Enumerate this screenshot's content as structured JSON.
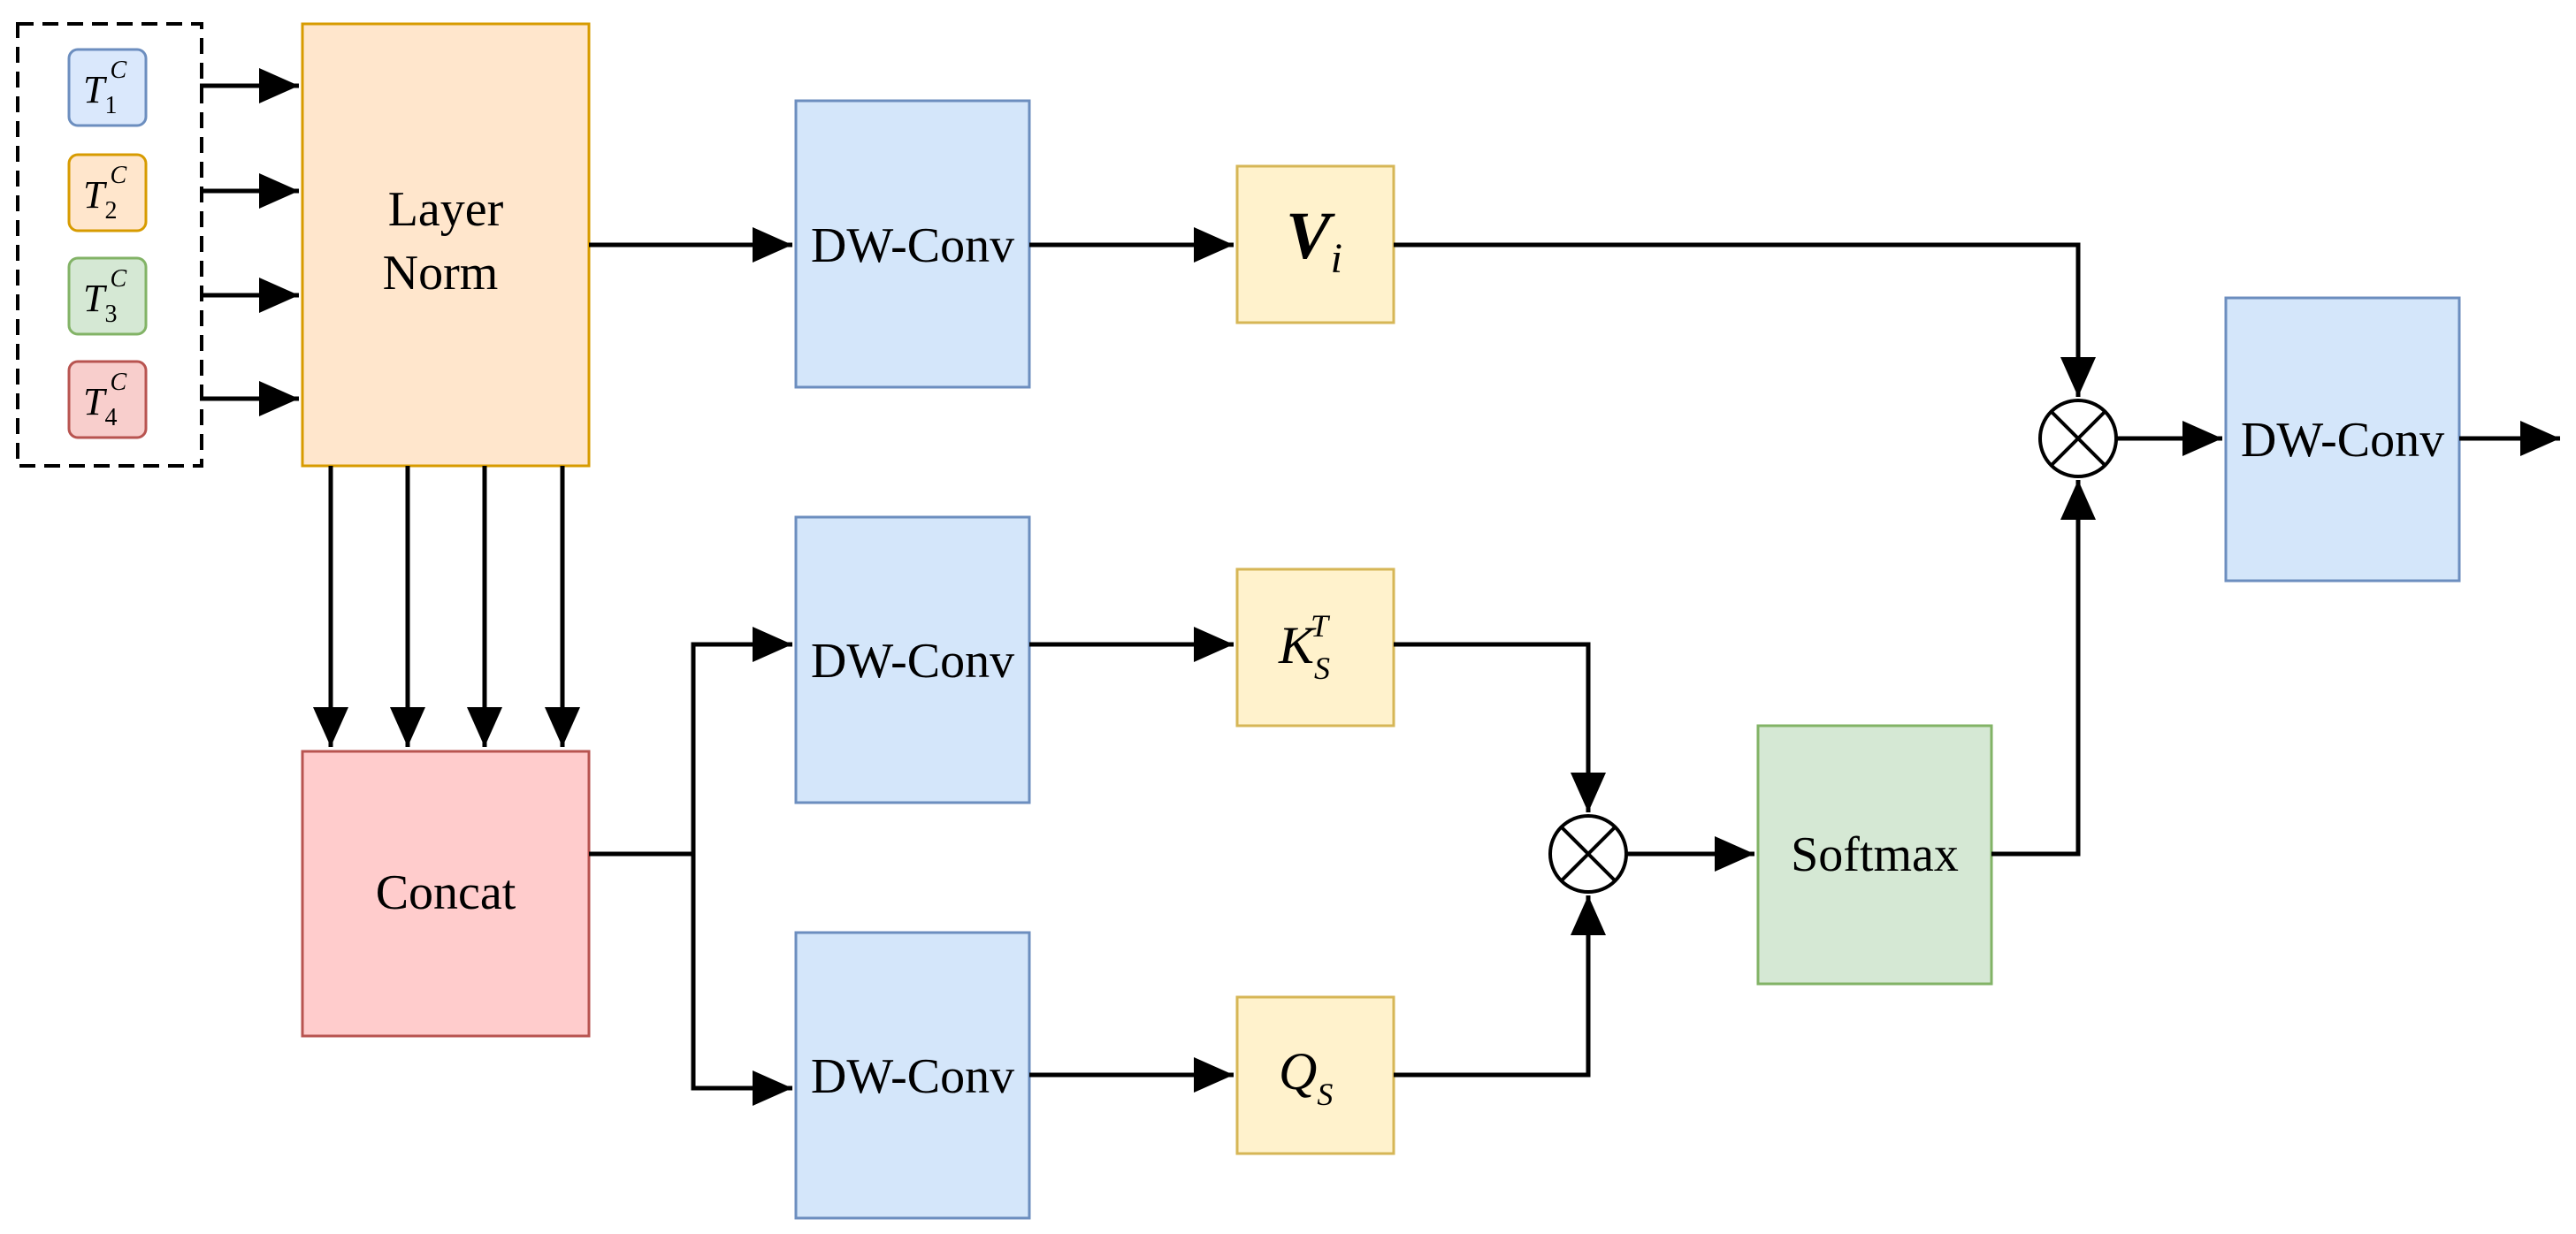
{
  "inputs": [
    {
      "base": "T",
      "sub": "1",
      "sup": "C",
      "fill": "#dae8fc",
      "stroke": "#6c8ebf"
    },
    {
      "base": "T",
      "sub": "2",
      "sup": "C",
      "fill": "#ffe6cc",
      "stroke": "#d79b00"
    },
    {
      "base": "T",
      "sub": "3",
      "sup": "C",
      "fill": "#d5e8d4",
      "stroke": "#82b366"
    },
    {
      "base": "T",
      "sub": "4",
      "sup": "C",
      "fill": "#f8cecc",
      "stroke": "#b85450"
    }
  ],
  "layer_norm": {
    "line1": "Layer",
    "line2": "Norm",
    "fill": "#ffe6cc",
    "stroke": "#d79b00"
  },
  "concat": {
    "label": "Concat",
    "fill": "#ffcccc",
    "stroke": "#b85450"
  },
  "dw_conv": {
    "label": "DW-Conv",
    "fill": "#d4e6fa",
    "stroke": "#6c8ebf"
  },
  "v": {
    "base": "V",
    "sub": "i",
    "fill": "#fff2cc",
    "stroke": "#d6b656"
  },
  "k": {
    "base": "K",
    "sub": "S",
    "sup": "T",
    "fill": "#fff2cc",
    "stroke": "#d6b656"
  },
  "q": {
    "base": "Q",
    "sub": "S",
    "fill": "#fff2cc",
    "stroke": "#d6b656"
  },
  "softmax": {
    "label": "Softmax",
    "fill": "#d5e8d4",
    "stroke": "#82b366"
  },
  "multiply_symbol": "⊗"
}
